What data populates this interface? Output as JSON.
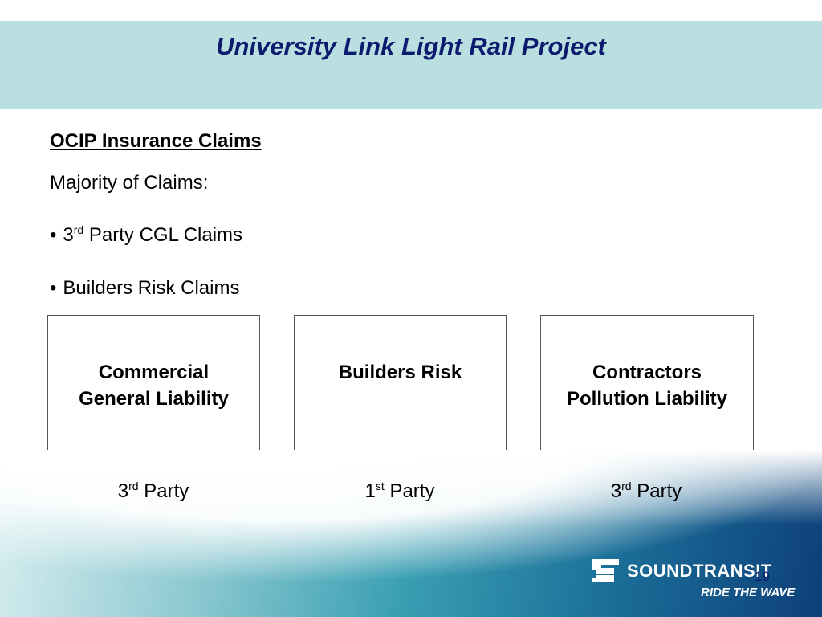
{
  "slide": {
    "title": "University Link Light Rail Project",
    "heading": "OCIP Insurance Claims",
    "intro": "Majority of Claims:",
    "bullets": [
      {
        "pre": "3",
        "sup": "rd",
        "post": " Party CGL Claims"
      },
      {
        "pre": "Builders Risk Claims",
        "sup": "",
        "post": ""
      }
    ],
    "boxes": [
      {
        "line1": "Commercial",
        "line2": "General Liability",
        "party_pre": "3",
        "party_sup": "rd",
        "party_post": " Party"
      },
      {
        "line1": "Builders Risk",
        "line2": "",
        "party_pre": "1",
        "party_sup": "st",
        "party_post": " Party"
      },
      {
        "line1": "Contractors",
        "line2": "Pollution Liability",
        "party_pre": "3",
        "party_sup": "rd",
        "party_post": " Party"
      }
    ],
    "page_number": "19"
  },
  "logo": {
    "name": "SOUNDTRANSIT",
    "tagline": "RIDE THE WAVE"
  },
  "colors": {
    "title_band": "#b9dfe0",
    "title_text": "#0d1b6e"
  }
}
